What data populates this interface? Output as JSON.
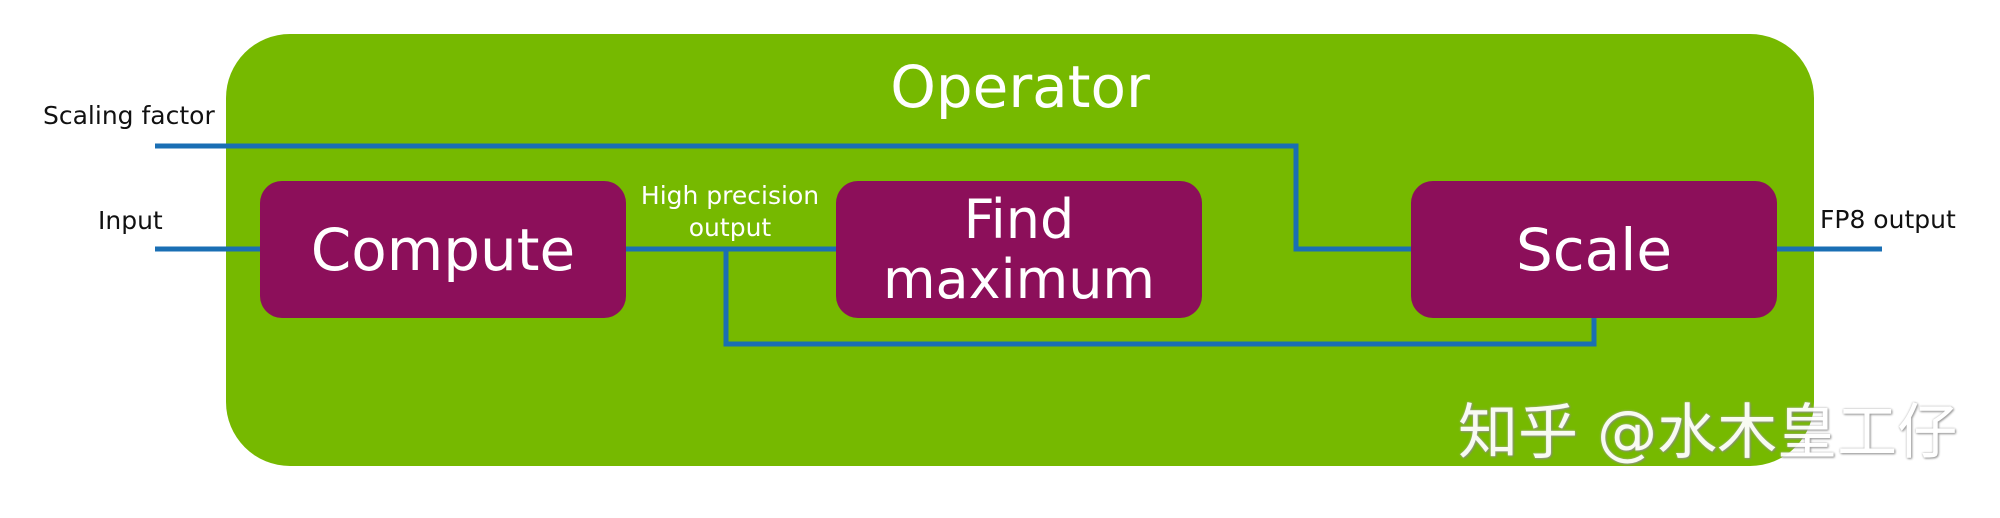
{
  "diagram": {
    "operator_title": "Operator",
    "blocks": {
      "compute": "Compute",
      "find_maximum_line1": "Find",
      "find_maximum_line2": "maximum",
      "scale": "Scale"
    },
    "labels": {
      "scaling_factor": "Scaling factor",
      "input": "Input",
      "high_precision_line1": "High precision",
      "high_precision_line2": "output",
      "fp8_output": "FP8 output"
    },
    "colors": {
      "operator_fill": "#76b900",
      "block_fill": "#8c0f5a",
      "wire": "#1a6fb4"
    }
  },
  "watermark": {
    "text": "知乎 @水木皇工仔"
  }
}
